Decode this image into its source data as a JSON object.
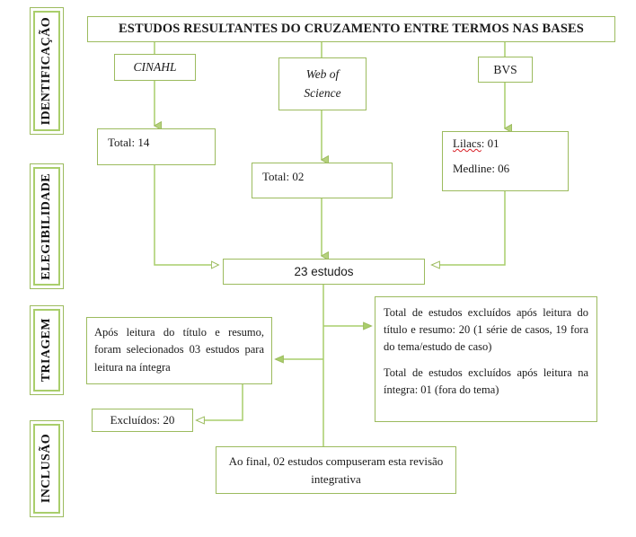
{
  "diagram": {
    "title": "ESTUDOS RESULTANTES DO CRUZAMENTO ENTRE TERMOS NAS BASES",
    "accent_color": "#9cbb5e",
    "line_color": "#9cbb5e",
    "misspell_underline_color": "#d81f26",
    "stages": [
      {
        "id": "identificacao",
        "label": "IDENTIFICAÇÃO"
      },
      {
        "id": "elegibilidade",
        "label": "ELEGIBILIDADE"
      },
      {
        "id": "triagem",
        "label": "TRIAGEM"
      },
      {
        "id": "inclusao",
        "label": "INCLUSÃO"
      }
    ],
    "databases": [
      {
        "id": "cinahl",
        "label": "CINAHL"
      },
      {
        "id": "web-of-science",
        "label": "Web of\nScience"
      },
      {
        "id": "bvs",
        "label": "BVS"
      }
    ],
    "results": {
      "cinahl_total": "Total: 14",
      "wos_total": "Total: 02",
      "bvs_lilacs_name": "Lilacs",
      "bvs_lilacs_rest": ": 01",
      "bvs_medline": "Medline: 06"
    },
    "studies_total": "23 estudos",
    "screening": {
      "selected_text": "Após leitura do título e resumo, foram selecionados 03 estudos para leitura na íntegra",
      "excluded_box": "Excluídos: 20",
      "excluded_detail_1": "Total de estudos excluídos após leitura do título e resumo: 20 (1 série de casos, 19 fora do tema/estudo de caso)",
      "excluded_detail_2": "Total de estudos excluídos após leitura na íntegra: 01 (fora do tema)"
    },
    "conclusion": "Ao final, 02 estudos compuseram esta revisão integrativa"
  }
}
